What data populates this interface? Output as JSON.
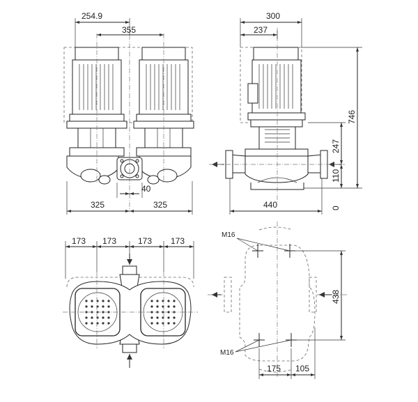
{
  "front_view": {
    "dim_top_left": "254.9",
    "dim_top_mid": "355",
    "dim_flange_gap": "40",
    "dim_bottom_left": "325",
    "dim_bottom_right": "325"
  },
  "side_view": {
    "dim_top_width": "300",
    "dim_top_offset": "237",
    "dim_total_height": "746",
    "dim_mid_height": "247",
    "dim_low_height": "110",
    "dim_zero": "0",
    "dim_base_width": "440"
  },
  "bottom_view": {
    "dims": [
      "173",
      "173",
      "173",
      "173"
    ]
  },
  "footprint_view": {
    "bolt_label_top": "M16",
    "bolt_label_bottom": "M16",
    "dim_height": "438",
    "dim_bottom_left": "175",
    "dim_bottom_right": "105"
  }
}
